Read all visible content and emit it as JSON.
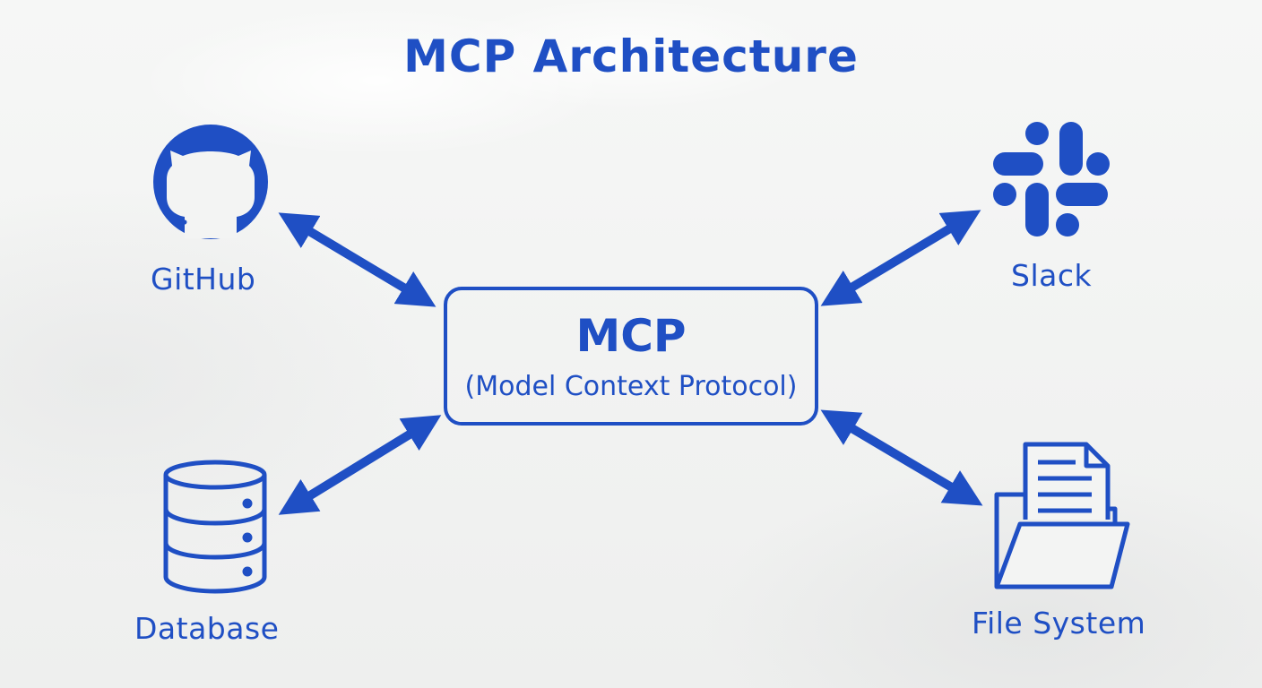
{
  "diagram": {
    "title": "MCP Architecture",
    "hub": {
      "title": "MCP",
      "subtitle": "(Model Context Protocol)"
    },
    "nodes": [
      {
        "label": "GitHub",
        "icon": "github-icon"
      },
      {
        "label": "Slack",
        "icon": "slack-icon"
      },
      {
        "label": "Database",
        "icon": "database-icon"
      },
      {
        "label": "File System",
        "icon": "file-folder-icon"
      }
    ],
    "edges": [
      {
        "from": "GitHub",
        "to": "MCP",
        "direction": "bidirectional"
      },
      {
        "from": "Slack",
        "to": "MCP",
        "direction": "bidirectional"
      },
      {
        "from": "Database",
        "to": "MCP",
        "direction": "bidirectional"
      },
      {
        "from": "File System",
        "to": "MCP",
        "direction": "bidirectional"
      }
    ],
    "colors": {
      "ink": "#1f4fc4",
      "board": "#f3f4f3"
    }
  }
}
